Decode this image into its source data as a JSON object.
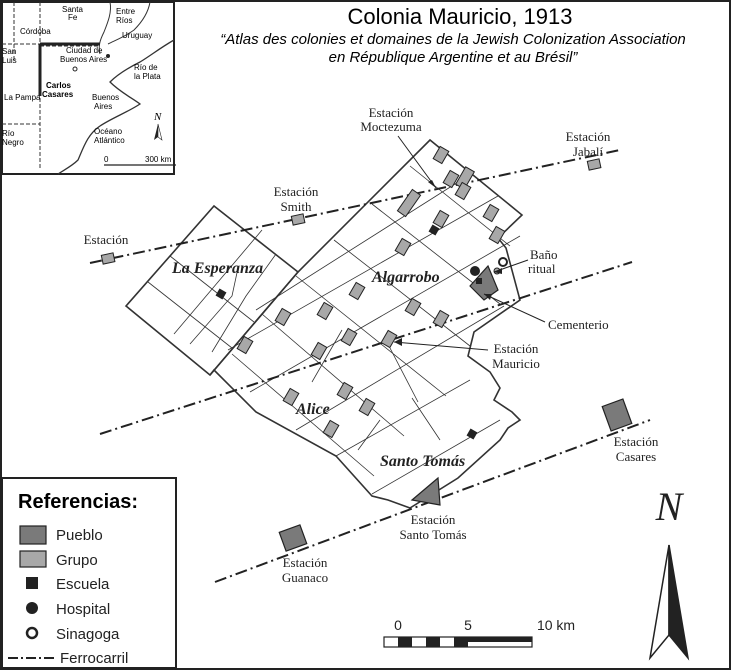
{
  "title": {
    "main": "Colonia Mauricio, 1913",
    "line2": "“Atlas des colonies et domaines de la Jewish Colonization Association",
    "line3": "en République Argentine et au Brésil”"
  },
  "inset": {
    "labels": {
      "santa_fe_1": "Santa",
      "santa_fe_2": "Fe",
      "entre_rios_1": "Entre",
      "entre_rios_2": "Ríos",
      "uruguay": "Uruguay",
      "cordoba": "Córdoba",
      "san_luis_1": "San",
      "san_luis_2": "Luis",
      "ciudad_1": "Ciudad de",
      "ciudad_2": "Buenos Aires",
      "rio_plata_1": "Río de",
      "rio_plata_2": "la Plata",
      "carlos_1": "Carlos",
      "carlos_2": "Casares",
      "la_pampa": "La Pampa",
      "bsas_1": "Buenos",
      "bsas_2": "Aires",
      "oceano_1": "Océano",
      "oceano_2": "Atlántico",
      "rio_negro_1": "Río",
      "rio_negro_2": "Negro",
      "north": "N",
      "scale_0": "0",
      "scale_300": "300 km"
    }
  },
  "map": {
    "stations": {
      "estacion": "Estación",
      "smith_1": "Estación",
      "smith_2": "Smith",
      "moctezuma_1": "Estación",
      "moctezuma_2": "Moctezuma",
      "jabali_1": "Estación",
      "jabali_2": "Jabalí",
      "mauricio_1": "Estación",
      "mauricio_2": "Mauricio",
      "casares_1": "Estación",
      "casares_2": "Casares",
      "santo_tomas_1": "Estación",
      "santo_tomas_2": "Santo Tomás",
      "guanaco_1": "Estación",
      "guanaco_2": "Guanaco"
    },
    "features": {
      "bano_1": "Baño",
      "bano_2": "ritual",
      "cementerio": "Cementerio"
    },
    "colonies": {
      "la_esperanza": "La Esperanza",
      "algarrobo": "Algarrobo",
      "alice": "Alice",
      "santo_tomas": "Santo Tomás"
    }
  },
  "legend": {
    "title": "Referencias:",
    "items": [
      "Pueblo",
      "Grupo",
      "Escuela",
      "Hospital",
      "Sinagoga",
      "Ferrocarril"
    ]
  },
  "north_arrow": {
    "letter": "N"
  },
  "scale": {
    "label_0": "0",
    "label_5": "5",
    "label_10": "10 km"
  },
  "colors": {
    "pueblo": "#7a7a7a",
    "grupo": "#a8a8a8",
    "ink": "#222222"
  }
}
